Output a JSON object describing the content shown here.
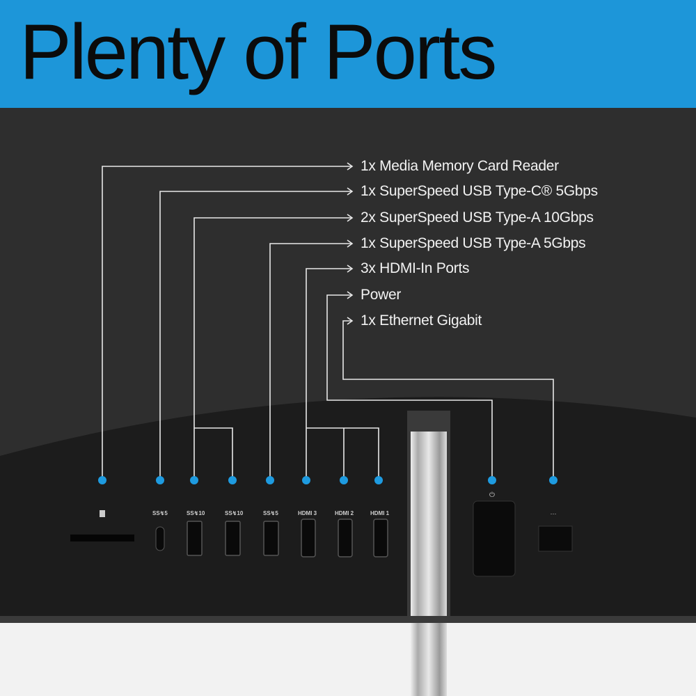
{
  "title": "Plenty of Ports",
  "callouts": [
    {
      "label": "1x Media Memory Card Reader"
    },
    {
      "label": "1x SuperSpeed USB Type-C® 5Gbps"
    },
    {
      "label": "2x SuperSpeed USB Type-A 10Gbps"
    },
    {
      "label": "1x SuperSpeed USB Type-A 5Gbps"
    },
    {
      "label": "3x HDMI-In Ports"
    },
    {
      "label": "Power"
    },
    {
      "label": "1x Ethernet Gigabit"
    }
  ],
  "port_markings": {
    "usb_c": "SS↯5",
    "usb_a10_1": "SS↯10",
    "usb_a10_2": "SS↯10",
    "usb_a5": "SS↯5",
    "hdmi3": "HDMI 3",
    "hdmi2": "HDMI 2",
    "hdmi1": "HDMI 1"
  },
  "colors": {
    "accent": "#1d96d9",
    "panel": "#2c2c2c",
    "dot": "#1e9be0"
  }
}
